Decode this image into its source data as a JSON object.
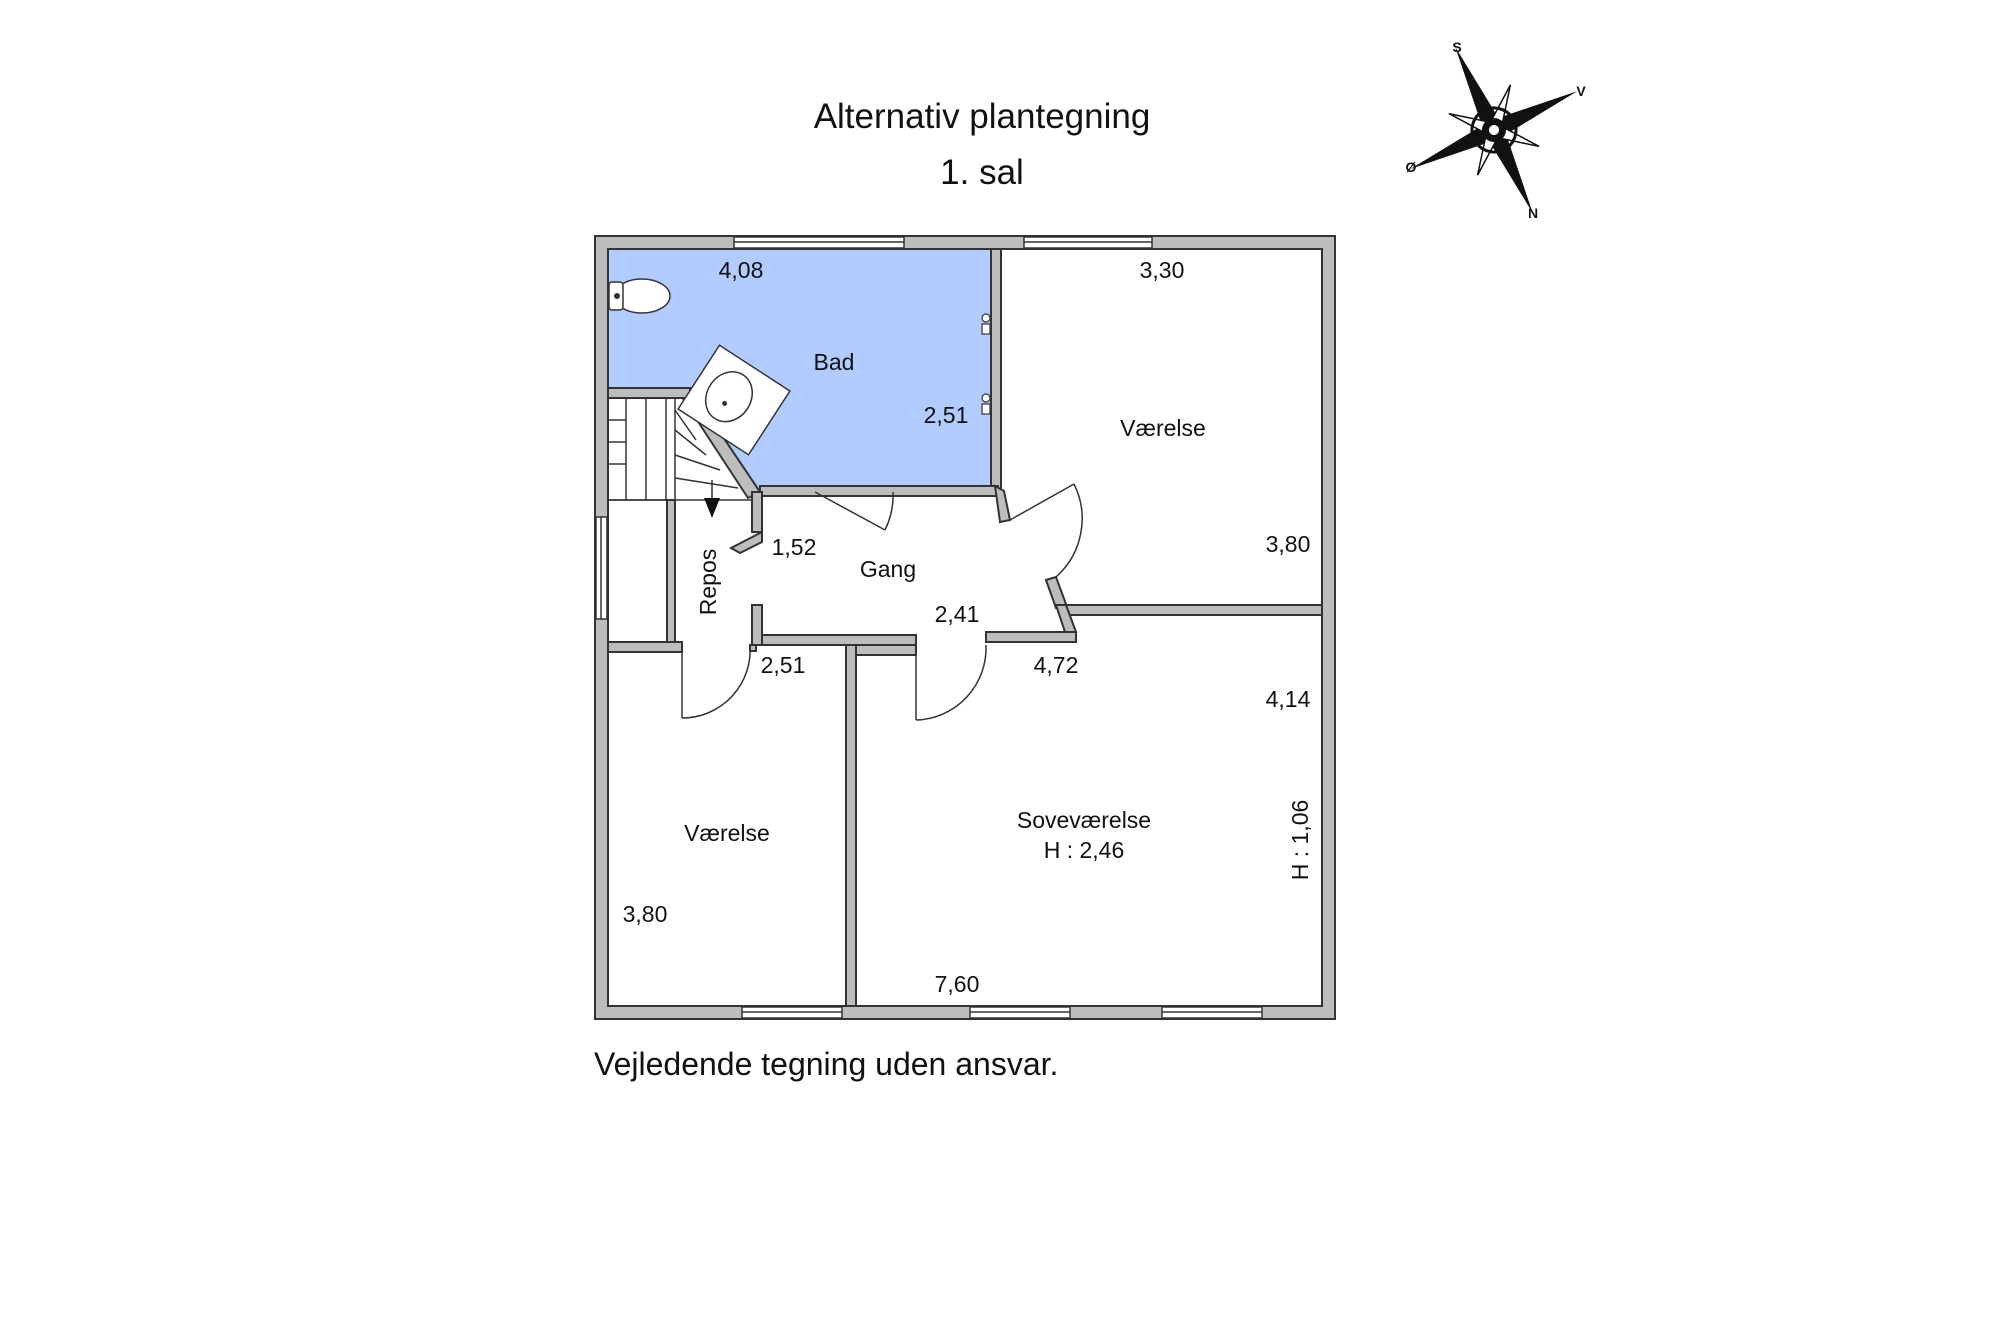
{
  "title": {
    "line1": "Alternativ plantegning",
    "line2": "1. sal"
  },
  "compass": {
    "icon": "compass-rose-icon",
    "s": "S",
    "v": "V",
    "o": "Ø",
    "n": "N"
  },
  "rooms": {
    "bad": {
      "name": "Bad",
      "color": "#b3ccff",
      "dims": [
        "4,08",
        "2,51"
      ]
    },
    "vaerelse_right": {
      "name": "Værelse",
      "dims": [
        "3,30",
        "3,80"
      ]
    },
    "gang": {
      "name": "Gang",
      "dims": [
        "1,52",
        "2,41"
      ]
    },
    "repos": {
      "name": "Repos",
      "dims": [
        "2,51"
      ]
    },
    "vaerelse_left": {
      "name": "Værelse",
      "dims": [
        "3,80"
      ]
    },
    "sovevaerelse": {
      "name": "Soveværelse",
      "height": "H : 2,46",
      "dims": [
        "4,72",
        "4,14",
        "7,60"
      ],
      "side_height": "H : 1,06"
    }
  },
  "disclaimer": "Vejledende tegning uden ansvar."
}
